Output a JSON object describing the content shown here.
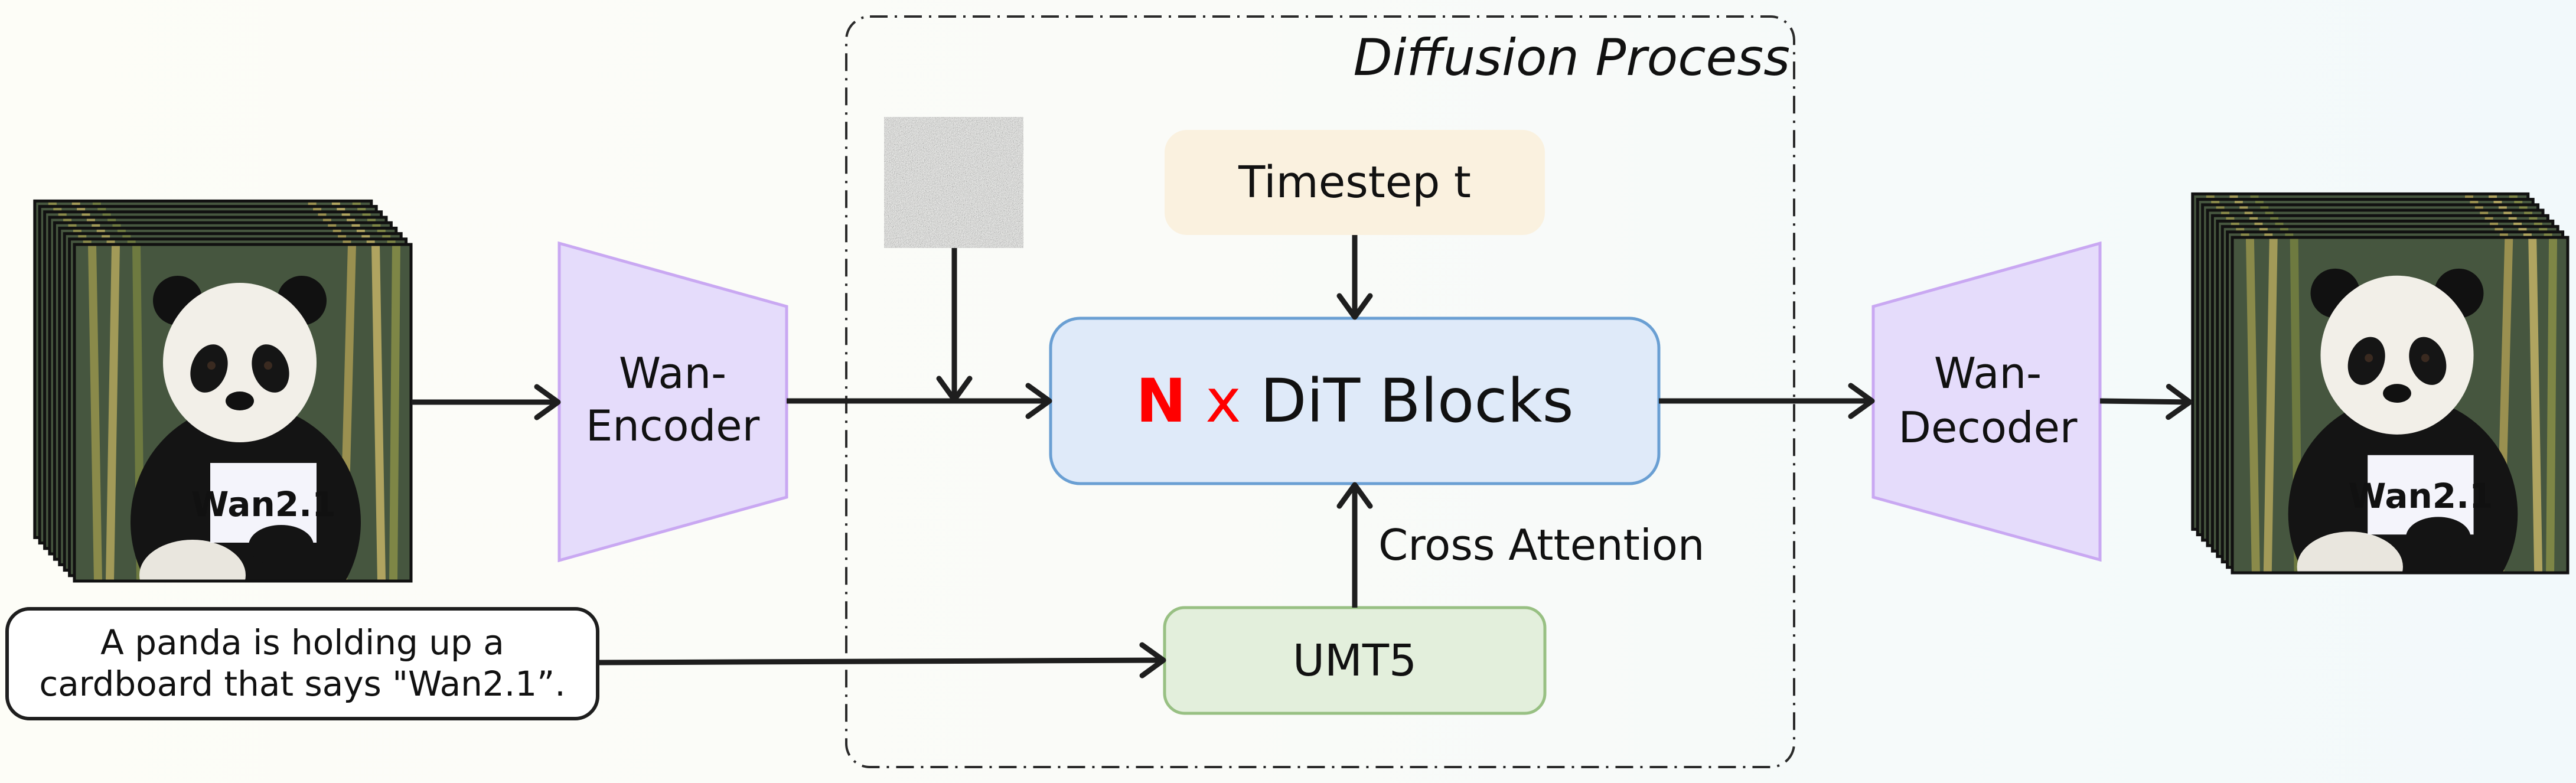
{
  "diagram": {
    "container_title": "Diffusion Process",
    "encoder": {
      "line1": "Wan-",
      "line2": "Encoder"
    },
    "decoder": {
      "line1": "Wan-",
      "line2": "Decoder"
    },
    "timestep": "Timestep t",
    "dit": {
      "n": "N",
      "x": "x",
      "label": "DiT Blocks"
    },
    "cross_attention": "Cross Attention",
    "text_encoder": "UMT5",
    "prompt": {
      "line1": "A panda is holding up a",
      "line2": "cardboard that says \"Wan2.1”."
    },
    "video_sign_text": "Wan2.1",
    "input_video_icon": "panda-video-frames",
    "output_video_icon": "panda-video-frames",
    "noise_icon": "gaussian-noise",
    "colors": {
      "encoder_fill": "#e5dcfb",
      "encoder_stroke": "#c9a8f2",
      "timestep_fill": "#faf1df",
      "dit_fill": "#dfeaf9",
      "dit_stroke": "#6a9fd3",
      "umt5_fill": "#e3efdc",
      "umt5_stroke": "#98c083",
      "accent_red": "#ff0000"
    }
  }
}
